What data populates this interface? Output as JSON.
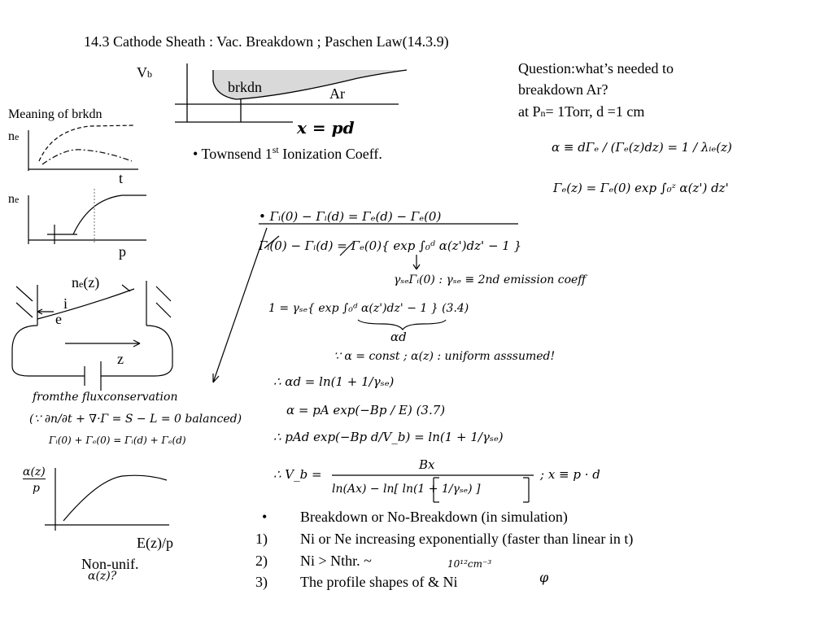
{
  "title": "14.3 Cathode Sheath  : Vac. Breakdown ; Paschen Law(14.3.9)",
  "paschen": {
    "ylabel": "V",
    "ysub": "b",
    "region": "brkdn",
    "gas": "Ar",
    "xlabel": "x = pd"
  },
  "question": {
    "line1": "Question:what’s needed to",
    "line2": "breakdown Ar?",
    "line3_prefix": "at P",
    "line3_sub": "n",
    "line3_suffix": "= 1Torr, d =1 cm"
  },
  "townsend": {
    "bullet": "•",
    "text_a": "Townsend 1",
    "sup": "st",
    "text_b": " Ionization Coeff."
  },
  "meaning": "Meaning of brkdn",
  "plot_t": {
    "ylabel": "n",
    "ysub": "e",
    "xlabel": "t"
  },
  "plot_p": {
    "ylabel": "n",
    "ysub": "e",
    "xlabel": "p"
  },
  "sheath": {
    "ne": "n",
    "ne_sub": "e",
    "ne_suffix": "(z)",
    "i": "i",
    "e": "e",
    "z": "z"
  },
  "flux": {
    "from": "fromthe fluxconservation",
    "balanced": "(∵ ∂n/∂t + ∇·Γ = S − L = 0   balanced)",
    "eq": "Γᵢ(0) + Γₑ(0) = Γᵢ(d) + Γₑ(d)"
  },
  "alpha_plot": {
    "ylabel_top": "α(z)",
    "ylabel_bot": "p",
    "xlabel": "E(z)/p",
    "nonunif": "Non-unif.",
    "alpha_q": "α(z)?"
  },
  "equations": {
    "alpha_def": "α ≡ dΓₑ / (Γₑ(z)dz) = 1 / λᵢₑ(z)",
    "gamma_z": "Γₑ(z) = Γₑ(0) exp ∫₀ᶻ α(z') dz'",
    "bullet_eq": "• Γᵢ(0) − Γᵢ(d) = Γₑ(d) − Γₑ(0)",
    "eq2": "Γᵢ(0) − Γᵢ(d) = Γₑ(0){ exp ∫₀ᵈ α(z')dz' − 1 }",
    "eq3": "γₛₑΓᵢ(0) : γₛₑ ≡ 2nd  emission coeff",
    "eq4": "1 = γₛₑ{ exp ∫₀ᵈ α(z')dz' − 1 }     (3.4)",
    "alpha_d": "αd",
    "const": "∵ α = const    ;  α(z) : uniform    asssumed!",
    "eq5": "∴ αd = ln(1 + 1/γₛₑ)",
    "eq6": "α = pA exp(−Bp / E)     (3.7)",
    "eq7": "∴ pAd exp(−Bp d/V_b) = ln(1 + 1/γₛₑ)",
    "eq8_num": "Bx",
    "eq8_lhs": "∴ V_b =",
    "eq8_den": "ln(Ax) − ln[ ln(1 + 1/γₛₑ) ]",
    "eq8_tail": ";   x ≡ p · d"
  },
  "list": {
    "b1_mark": "•",
    "b1": "Breakdown or No-Breakdown (in simulation)",
    "n1": "1)",
    "i1": "Ni or Ne increasing exponentially (faster than linear in t)",
    "n2": "2)",
    "i2": "Ni > Nthr. ~",
    "n3": "3)",
    "i3": "The profile shapes of      & Ni",
    "density": "10¹²cm⁻³",
    "phi": "φ"
  }
}
